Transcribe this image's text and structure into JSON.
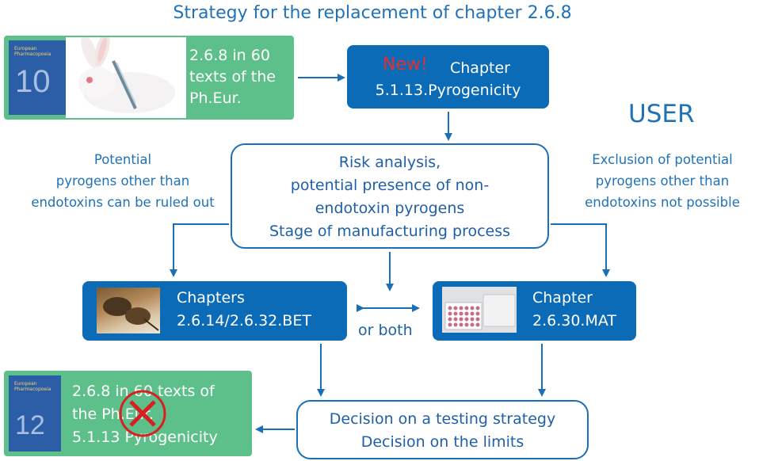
{
  "title": "Strategy for the replacement of chapter 2.6.8",
  "user_label": "USER",
  "top_left_box": {
    "lines": [
      "2.6.8 in 60",
      "texts of the",
      "Ph.Eur."
    ],
    "book_title_lines": [
      "European",
      "Pharmacopoeia"
    ],
    "book_edition": "10"
  },
  "new_chapter_box": {
    "new_label": "New!",
    "line1": "Chapter",
    "line2": "5.1.13.Pyrogenicity"
  },
  "risk_box": {
    "lines": [
      "Risk analysis,",
      "potential presence of non-",
      "endotoxin pyrogens",
      "Stage of manufacturing process"
    ]
  },
  "left_note": {
    "lines": [
      "Potential",
      "pyrogens other than",
      "endotoxins can be ruled out"
    ]
  },
  "right_note": {
    "lines": [
      "Exclusion of potential",
      "pyrogens other than",
      "endotoxins not possible"
    ]
  },
  "bet_box": {
    "line1": "Chapters",
    "line2": "2.6.14/2.6.32.BET"
  },
  "mat_box": {
    "line1": "Chapter",
    "line2": "2.6.30.MAT"
  },
  "or_both": "or both",
  "decision_box": {
    "lines": [
      "Decision on a testing strategy",
      "Decision on the limits"
    ]
  },
  "bottom_left_box": {
    "lines": [
      "2.6.8 in 60 texts of",
      "the Ph.Eur.",
      "5.1.13 Pyrogenicity"
    ],
    "book_title_lines": [
      "European",
      "Pharmacopoeia"
    ],
    "book_edition": "12"
  },
  "colors": {
    "accent_blue": "#0b6bb6",
    "title_blue": "#1f72b8",
    "green": "#5dbf8a",
    "new_red": "#e03030",
    "cross_red": "#d82020"
  }
}
